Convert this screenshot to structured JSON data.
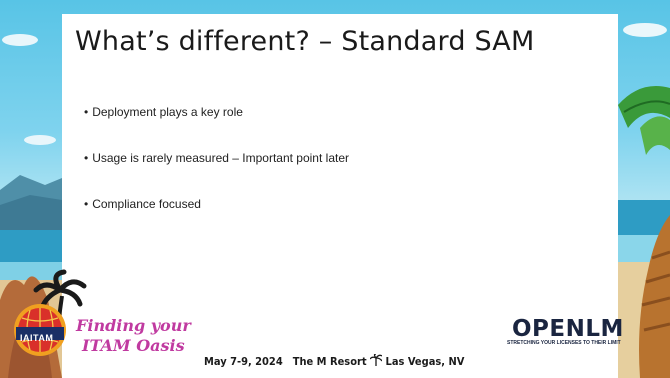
{
  "slide": {
    "title": "What’s different? – Standard SAM",
    "bullets": [
      "Deployment plays a key role",
      "Usage is rarely measured – Important point later",
      "Compliance focused"
    ]
  },
  "footer": {
    "conference_line1": "Finding your",
    "conference_line2": "ITAM Oasis",
    "badge_text": "IAITAM",
    "dates": "May 7-9, 2024",
    "venue": "The M Resort",
    "location": "Las Vegas, NV",
    "sponsor_logo": "OPENLM",
    "sponsor_tagline": "STRETCHING YOUR LICENSES TO THEIR LIMIT"
  },
  "colors": {
    "sky": "#58c4e6",
    "sand": "#d8c090",
    "accent_pink": "#c03aa0",
    "logo_navy": "#1a2540"
  },
  "icons": [
    "palm-tree-icon",
    "globe-badge-icon",
    "palm-leaf-icon"
  ]
}
